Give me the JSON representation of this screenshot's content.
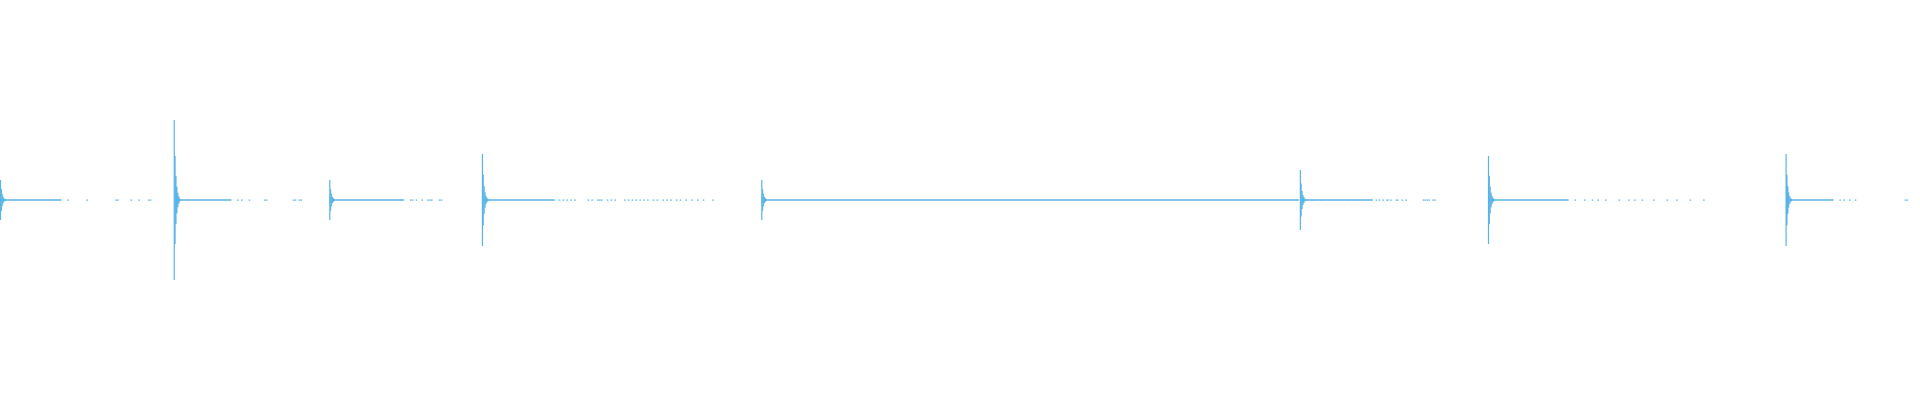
{
  "waveform": {
    "color": "#58b4e8",
    "baseline_fraction": 0.5,
    "duration_units": 1000,
    "events": [
      {
        "at": 0.0,
        "peak": 0.1,
        "tail": 32,
        "dots": [
          35,
          45,
          60,
          61,
          68,
          72,
          77,
          78
        ]
      },
      {
        "at": 90.5,
        "peak": 0.4,
        "tail": 30,
        "dots": [
          33,
          35,
          39,
          47,
          48,
          62,
          63,
          65,
          66
        ]
      },
      {
        "at": 171.5,
        "peak": 0.1,
        "tail": 39,
        "dots": [
          42,
          43,
          45,
          48,
          51,
          52,
          53,
          57,
          58
        ]
      },
      {
        "at": 251.0,
        "peak": 0.23,
        "tail": 38,
        "dots": [
          40,
          42,
          44,
          46,
          48,
          55,
          57,
          60,
          61,
          62,
          65,
          67,
          69,
          74,
          76,
          78,
          80,
          82,
          84,
          86,
          89,
          91,
          94,
          96,
          98,
          101,
          103,
          106,
          109,
          112,
          115,
          120
        ]
      },
      {
        "at": 396.5,
        "peak": 0.1,
        "tail": 280,
        "dots": [
          283,
          287,
          291,
          296,
          300,
          305,
          310,
          314,
          320,
          326,
          331
        ]
      },
      {
        "at": 677.0,
        "peak": 0.15,
        "tail": 38,
        "dots": [
          41,
          43,
          45,
          47,
          50,
          53,
          55,
          64,
          65,
          66,
          67,
          69,
          70
        ]
      },
      {
        "at": 775.0,
        "peak": 0.22,
        "tail": 42,
        "dots": [
          45,
          50,
          54,
          57,
          61,
          68,
          73,
          76,
          80,
          86,
          93,
          98,
          105,
          112
        ]
      },
      {
        "at": 930.0,
        "peak": 0.23,
        "tail": 25,
        "dots": [
          28,
          30,
          33,
          36,
          62,
          63,
          70
        ]
      }
    ]
  }
}
